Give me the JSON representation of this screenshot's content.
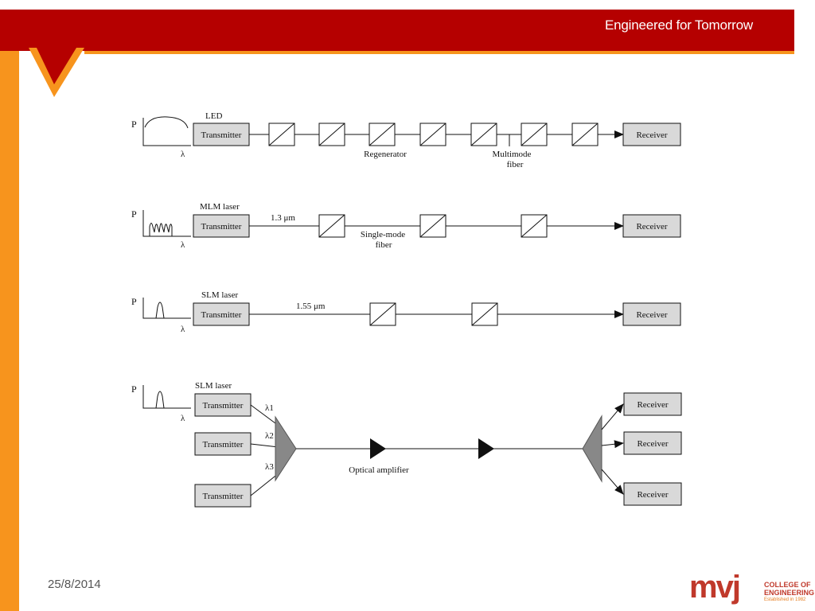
{
  "header": {
    "tagline": "Engineered for Tomorrow"
  },
  "footer": {
    "date": "25/8/2014"
  },
  "logo": {
    "mark": "mvj",
    "line1": "COLLEGE OF",
    "line2": "ENGINEERING",
    "line3": "Established in 1982"
  },
  "colors": {
    "header_red": "#b50000",
    "accent_orange": "#f7941d",
    "box_fill": "#d9d9d9"
  },
  "diagram": {
    "axis_p": "P",
    "axis_lambda": "λ",
    "transmitter_label": "Transmitter",
    "receiver_label": "Receiver",
    "row1": {
      "source": "LED",
      "regenerator": "Regenerator",
      "fiber_l1": "Multimode",
      "fiber_l2": "fiber"
    },
    "row2": {
      "source": "MLM laser",
      "wavelength": "1.3 μm",
      "fiber_l1": "Single-mode",
      "fiber_l2": "fiber"
    },
    "row3": {
      "source": "SLM laser",
      "wavelength": "1.55 μm"
    },
    "row4": {
      "source": "SLM laser",
      "lambda1": "λ1",
      "lambda2": "λ2",
      "lambda3": "λ3",
      "amplifier": "Optical amplifier"
    }
  }
}
